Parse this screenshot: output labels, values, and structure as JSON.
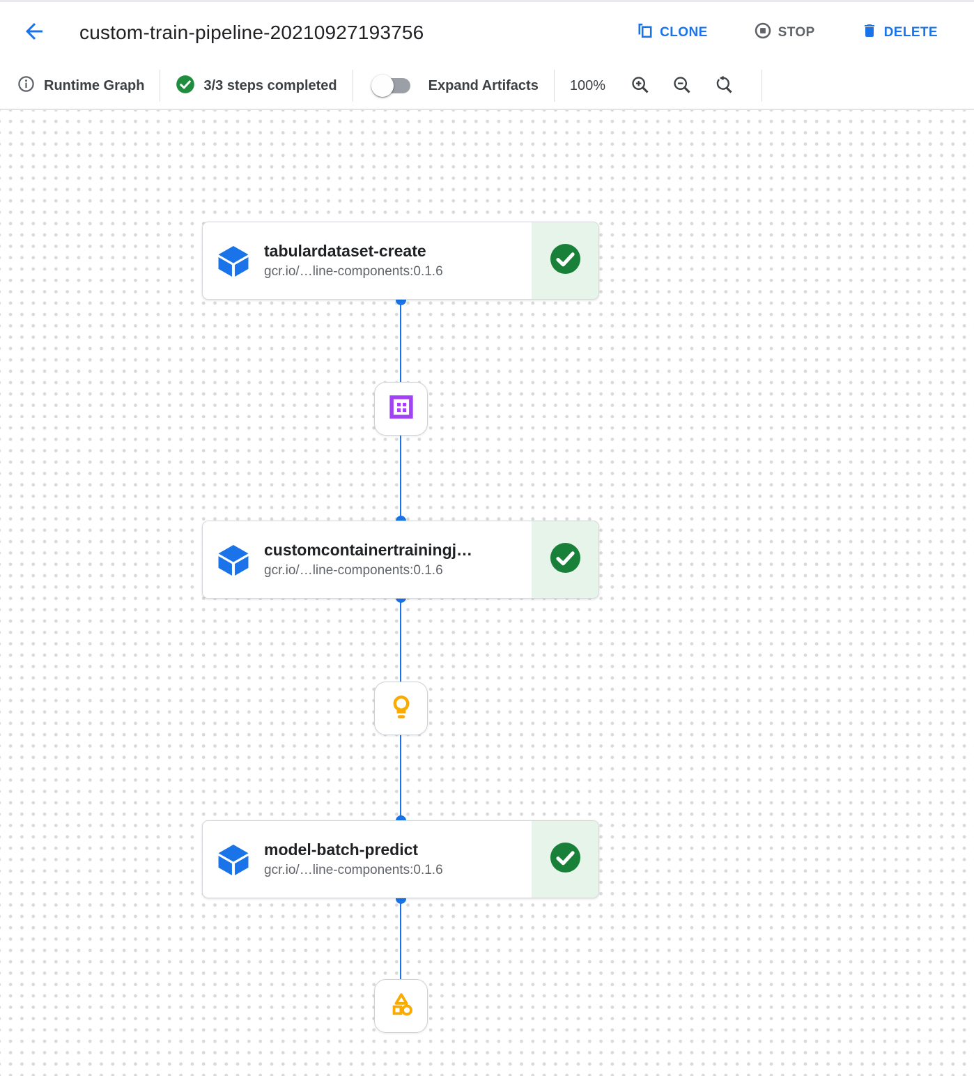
{
  "header": {
    "title": "custom-train-pipeline-20210927193756",
    "actions": {
      "clone": "CLONE",
      "stop": "STOP",
      "delete": "DELETE"
    }
  },
  "toolbar": {
    "view_label": "Runtime Graph",
    "steps_label": "3/3 steps completed",
    "toggle_label": "Expand Artifacts",
    "toggle_state": "off",
    "zoom_level": "100%"
  },
  "graph": {
    "nodes": [
      {
        "title": "tabulardataset-create",
        "subtitle": "gcr.io/…line-components:0.1.6",
        "status": "completed"
      },
      {
        "title": "customcontainertrainingj…",
        "subtitle": "gcr.io/…line-components:0.1.6",
        "status": "completed"
      },
      {
        "title": "model-batch-predict",
        "subtitle": "gcr.io/…line-components:0.1.6",
        "status": "completed"
      }
    ],
    "artifacts": [
      {
        "icon": "dataset-grid-icon",
        "color": "#a142f4"
      },
      {
        "icon": "model-lightbulb-icon",
        "color": "#f9ab00"
      },
      {
        "icon": "generic-artifact-shapes-icon",
        "color": "#f9ab00"
      }
    ]
  },
  "colors": {
    "accent_blue": "#1a73e8",
    "success_green": "#188038",
    "success_bg": "#e6f4ea",
    "dataset_purple": "#a142f4",
    "artifact_amber": "#f9ab00",
    "text_primary": "#202124",
    "text_secondary": "#5f6368"
  }
}
